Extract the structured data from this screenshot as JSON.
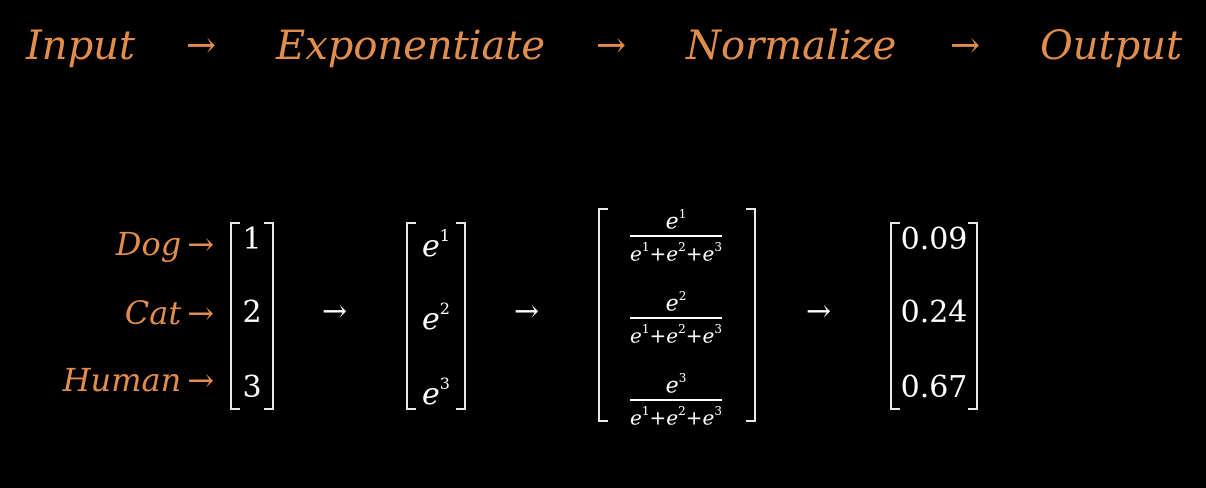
{
  "header": {
    "stages": [
      "Input",
      "Exponentiate",
      "Normalize",
      "Output"
    ],
    "arrow": "→"
  },
  "labels": [
    {
      "text": "Dog",
      "arrow": "→"
    },
    {
      "text": "Cat",
      "arrow": "→"
    },
    {
      "text": "Human",
      "arrow": "→"
    }
  ],
  "input_vector": [
    "1",
    "2",
    "3"
  ],
  "exp_vector": {
    "base": "e",
    "exponents": [
      "1",
      "2",
      "3"
    ]
  },
  "normalize_vector": {
    "numerators": [
      {
        "base": "e",
        "exp": "1"
      },
      {
        "base": "e",
        "exp": "2"
      },
      {
        "base": "e",
        "exp": "3"
      }
    ],
    "denominator": {
      "base": "e",
      "exps": [
        "1",
        "2",
        "3"
      ],
      "plus": "+"
    }
  },
  "output_vector": [
    "0.09",
    "0.24",
    "0.67"
  ],
  "between_arrow": "→",
  "colors": {
    "accent": "#e08d4e",
    "text": "#ffffff",
    "background": "#000000"
  }
}
